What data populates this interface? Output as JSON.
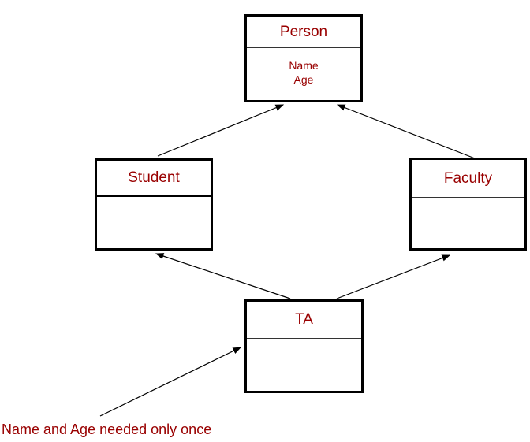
{
  "diagram": {
    "type": "uml-class-diagram",
    "classes": [
      {
        "name": "Person",
        "attributes": [
          "Name",
          "Age"
        ]
      },
      {
        "name": "Student",
        "attributes": []
      },
      {
        "name": "Faculty",
        "attributes": []
      },
      {
        "name": "TA",
        "attributes": []
      }
    ],
    "relationships": [
      {
        "from": "Student",
        "to": "Person",
        "type": "inheritance"
      },
      {
        "from": "Faculty",
        "to": "Person",
        "type": "inheritance"
      },
      {
        "from": "TA",
        "to": "Student",
        "type": "inheritance"
      },
      {
        "from": "TA",
        "to": "Faculty",
        "type": "inheritance"
      }
    ],
    "annotation": {
      "text": "Name and Age needed only once",
      "points_to": "TA"
    },
    "colors": {
      "text": "#990000",
      "line": "#000000",
      "background": "#ffffff"
    }
  }
}
